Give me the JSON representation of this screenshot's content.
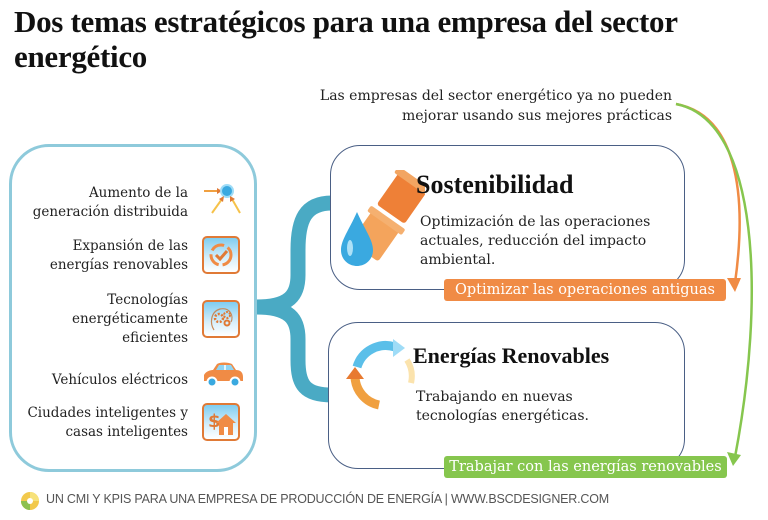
{
  "header": {
    "title": "Dos temas estratégicos para una empresa del sector energético"
  },
  "intro": {
    "line1": "Las empresas del sector energético ya no pueden",
    "line2": "mejorar usando sus mejores prácticas"
  },
  "trends": [
    {
      "label_line1": "Aumento de la",
      "label_line2": "generación distribuida",
      "icon": "distributed-generation-icon"
    },
    {
      "label_line1": "Expansión de las",
      "label_line2": "energías renovables",
      "icon": "renewable-cycle-check-icon"
    },
    {
      "label_line1": "Tecnologías",
      "label_line2": "energéticamente",
      "label_line3": "eficientes",
      "icon": "head-gears-icon"
    },
    {
      "label_line1": "Vehículos eléctricos",
      "icon": "electric-car-icon"
    },
    {
      "label_line1": "Ciudades inteligentes y",
      "label_line2": "casas inteligentes",
      "icon": "smart-house-dollar-icon"
    }
  ],
  "themes": [
    {
      "title": "Sostenibilidad",
      "desc_line1": "Optimización de las operaciones",
      "desc_line2": "actuales, reducción del impacto",
      "desc_line3": "ambiental.",
      "tag": "Optimizar las operaciones antiguas",
      "icon": "water-drop-pipe-icon"
    },
    {
      "title": "Energías Renovables",
      "desc_line1": "Trabajando en nuevas",
      "desc_line2": "tecnologías energéticas.",
      "tag": "Trabajar con las energías renovables",
      "icon": "recycle-arrows-icon"
    }
  ],
  "footer": {
    "text": "UN CMI Y KPIS PARA UNA EMPRESA DE PRODUCCIÓN DE ENERGÍA | WWW.BSCDESIGNER.COM"
  },
  "colors": {
    "bracket": "#4aaac4",
    "left_border": "#8ecadb",
    "theme_border": "#4a5f85",
    "orange": "#f08b45",
    "green": "#86c64e"
  }
}
